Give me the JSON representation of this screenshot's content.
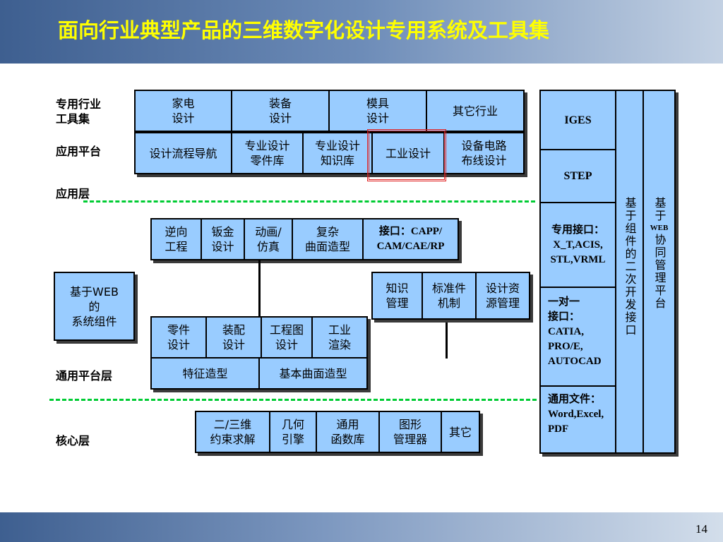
{
  "title": "面向行业典型产品的三维数字化设计专用系统及工具集",
  "page_number": "14",
  "labels": {
    "industry_toolset": "专用行业\n工具集",
    "app_platform": "应用平台",
    "app_layer": "应用层",
    "general_layer": "通用平台层",
    "core_layer": "核心层"
  },
  "industry": [
    "家电\n设计",
    "装备\n设计",
    "模具\n设计",
    "其它行业"
  ],
  "platform": [
    "设计流程导航",
    "专业设计\n零件库",
    "专业设计\n知识库",
    "工业设计",
    "设备电路\n布线设计"
  ],
  "general_top": [
    "逆向\n工程",
    "钣金\n设计",
    "动画/\n仿真",
    "复杂\n曲面造型",
    "接口：CAPP/\nCAM/CAE/RP"
  ],
  "knowledge": [
    "知识\n管理",
    "标准件\n机制",
    "设计资\n源管理"
  ],
  "web_component": "基于WEB\n的\n系统组件",
  "part_design": [
    "零件\n设计",
    "装配\n设计",
    "工程图\n设计",
    "工业\n渲染"
  ],
  "modeling": [
    "特征造型",
    "基本曲面造型"
  ],
  "core": [
    "二/三维\n约束求解",
    "几何\n引擎",
    "通用\n函数库",
    "图形\n管理器",
    "其它"
  ],
  "interfaces": {
    "iges": "IGES",
    "step": "STEP",
    "dedicated": "专用接口：\nX_T,ACIS,\nSTL,VRML",
    "one_to_one": "一对一\n接口：\nCATIA,\nPRO/E,\nAUTOCAD",
    "general_file": "通用文件：\nWord,Excel,\nPDF"
  },
  "secondary_dev": "基于组件的二次开发接口",
  "web_collab": {
    "prefix": "基于",
    "web": "WEB",
    "suffix": "协同管理平台"
  }
}
